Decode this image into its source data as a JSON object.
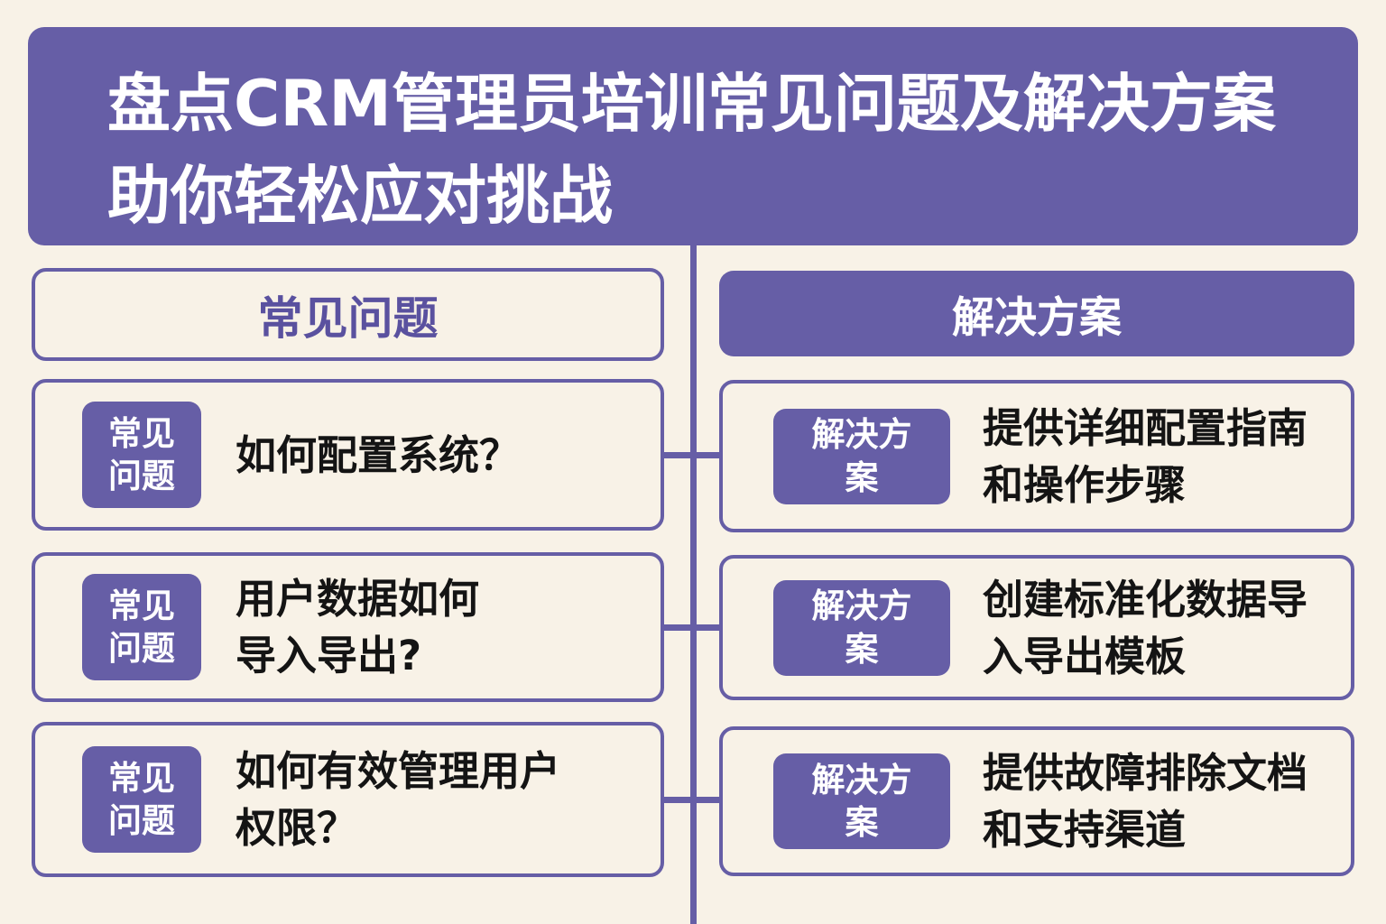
{
  "banner": {
    "line1": "盘点CRM管理员培训常见问题及解决方案",
    "line2": "助你轻松应对挑战"
  },
  "columns": {
    "questions": {
      "header": "常见问题",
      "items": [
        {
          "badge": "常见\n问题",
          "text": "如何配置系统？"
        },
        {
          "badge": "常见\n问题",
          "text": "用户数据如何\n导入导出?"
        },
        {
          "badge": "常见\n问题",
          "text": "如何有效管理用户\n权限？"
        }
      ]
    },
    "solutions": {
      "header": "解决方案",
      "items": [
        {
          "badge": "解决方\n案",
          "text": "提供详细配置指南\n和操作步骤"
        },
        {
          "badge": "解决方\n案",
          "text": "创建标准化数据导\n入导出模板"
        },
        {
          "badge": "解决方\n案",
          "text": "提供故障排除文档\n和支持渠道"
        }
      ]
    }
  },
  "colors": {
    "background": "#f8f2e7",
    "primary_purple": "#665ea6",
    "header_text_purple": "#5a519f",
    "text_dark": "#141414",
    "badge_text": "#ffffff"
  }
}
